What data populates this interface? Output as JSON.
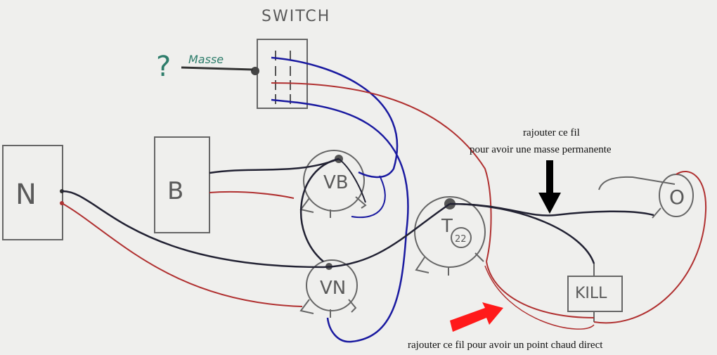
{
  "labels": {
    "switch": "SWITCH",
    "masse": "Masse",
    "question": "?",
    "neck_pickup": "N",
    "bridge_pickup": "B",
    "volume_bridge": "VB",
    "volume_neck": "VN",
    "tone": "T",
    "tone_value": "22",
    "kill": "KILL",
    "output_jack": "O"
  },
  "annotations": {
    "ground_note_line1": "rajouter ce fil",
    "ground_note_line2": "pour avoir une masse permanente",
    "hot_note": "rajouter ce fil pour avoir un point chaud direct"
  },
  "colors": {
    "hot_wire": "#b03030",
    "ground_wire": "#222233",
    "switch_wire": "#1a1aa0",
    "pencil": "#555555",
    "arrow_black": "#000000",
    "arrow_red": "#ff1a1a"
  }
}
